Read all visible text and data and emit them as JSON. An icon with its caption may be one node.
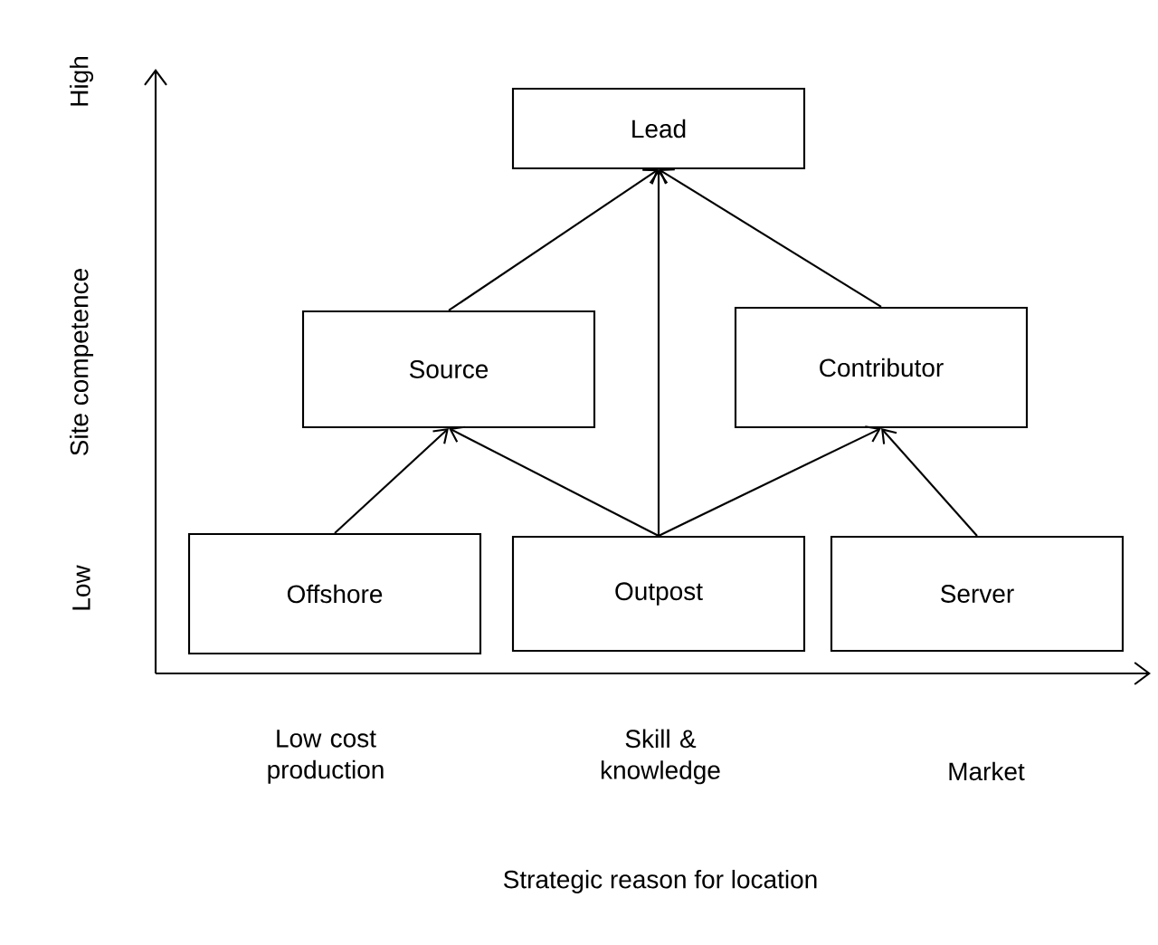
{
  "diagram": {
    "nodes": [
      {
        "text": [
          "Lead"
        ]
      },
      {
        "text": [
          "Source"
        ]
      },
      {
        "text": [
          "Contributor"
        ]
      },
      {
        "text": [
          "Offshore"
        ]
      },
      {
        "text": [
          "Outpost"
        ]
      },
      {
        "text": [
          "Server"
        ]
      }
    ],
    "edges": [
      {
        "from": 1,
        "to": 0,
        "arrow": "to"
      },
      {
        "from": 4,
        "to": 0,
        "arrow": "to"
      },
      {
        "from": 2,
        "to": 0,
        "arrow": "to"
      },
      {
        "from": 3,
        "to": 1,
        "arrow": "to"
      },
      {
        "from": 4,
        "to": 1,
        "arrow": "to"
      },
      {
        "from": 4,
        "to": 2,
        "arrow": "to"
      },
      {
        "from": 5,
        "to": 2,
        "arrow": "to"
      }
    ],
    "labels": [
      "High",
      "Site competence",
      "Low",
      "Low cost production",
      "Skill & knowledge",
      "Market",
      "Strategic reason for location"
    ]
  }
}
